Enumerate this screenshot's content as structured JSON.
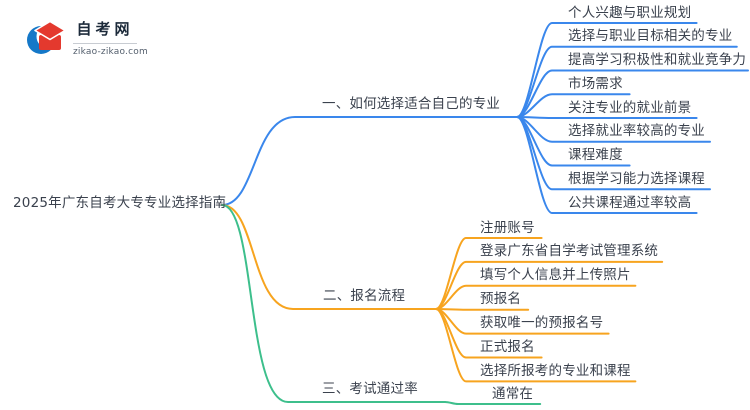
{
  "logo": {
    "title": "自考网",
    "domain": "zikao-zikao.com",
    "icon": "graduation-cap-icon"
  },
  "palette": {
    "text": "#3B424E",
    "logo_blue": "#1578C8",
    "logo_red": "#E4392E"
  },
  "mindmap": {
    "root": {
      "label": "2025年广东自考大专专业选择指南"
    },
    "branches": [
      {
        "label": "一、如何选择适合自己的专业",
        "color": "#3A87EC",
        "children": [
          "个人兴趣与职业规划",
          "选择与职业目标相关的专业",
          "提高学习积极性和就业竞争力",
          "市场需求",
          "关注专业的就业前景",
          "选择就业率较高的专业",
          "课程难度",
          "根据学习能力选择课程",
          "公共课程通过率较高"
        ]
      },
      {
        "label": "二、报名流程",
        "color": "#F7A41F",
        "children": [
          "注册账号",
          "登录广东省自学考试管理系统",
          "填写个人信息并上传照片",
          "预报名",
          "获取唯一的预报名号",
          "正式报名",
          "选择所报考的专业和课程"
        ]
      },
      {
        "label": "三、考试通过率",
        "color": "#3DBF8C",
        "children": [
          "通常在"
        ]
      }
    ]
  }
}
